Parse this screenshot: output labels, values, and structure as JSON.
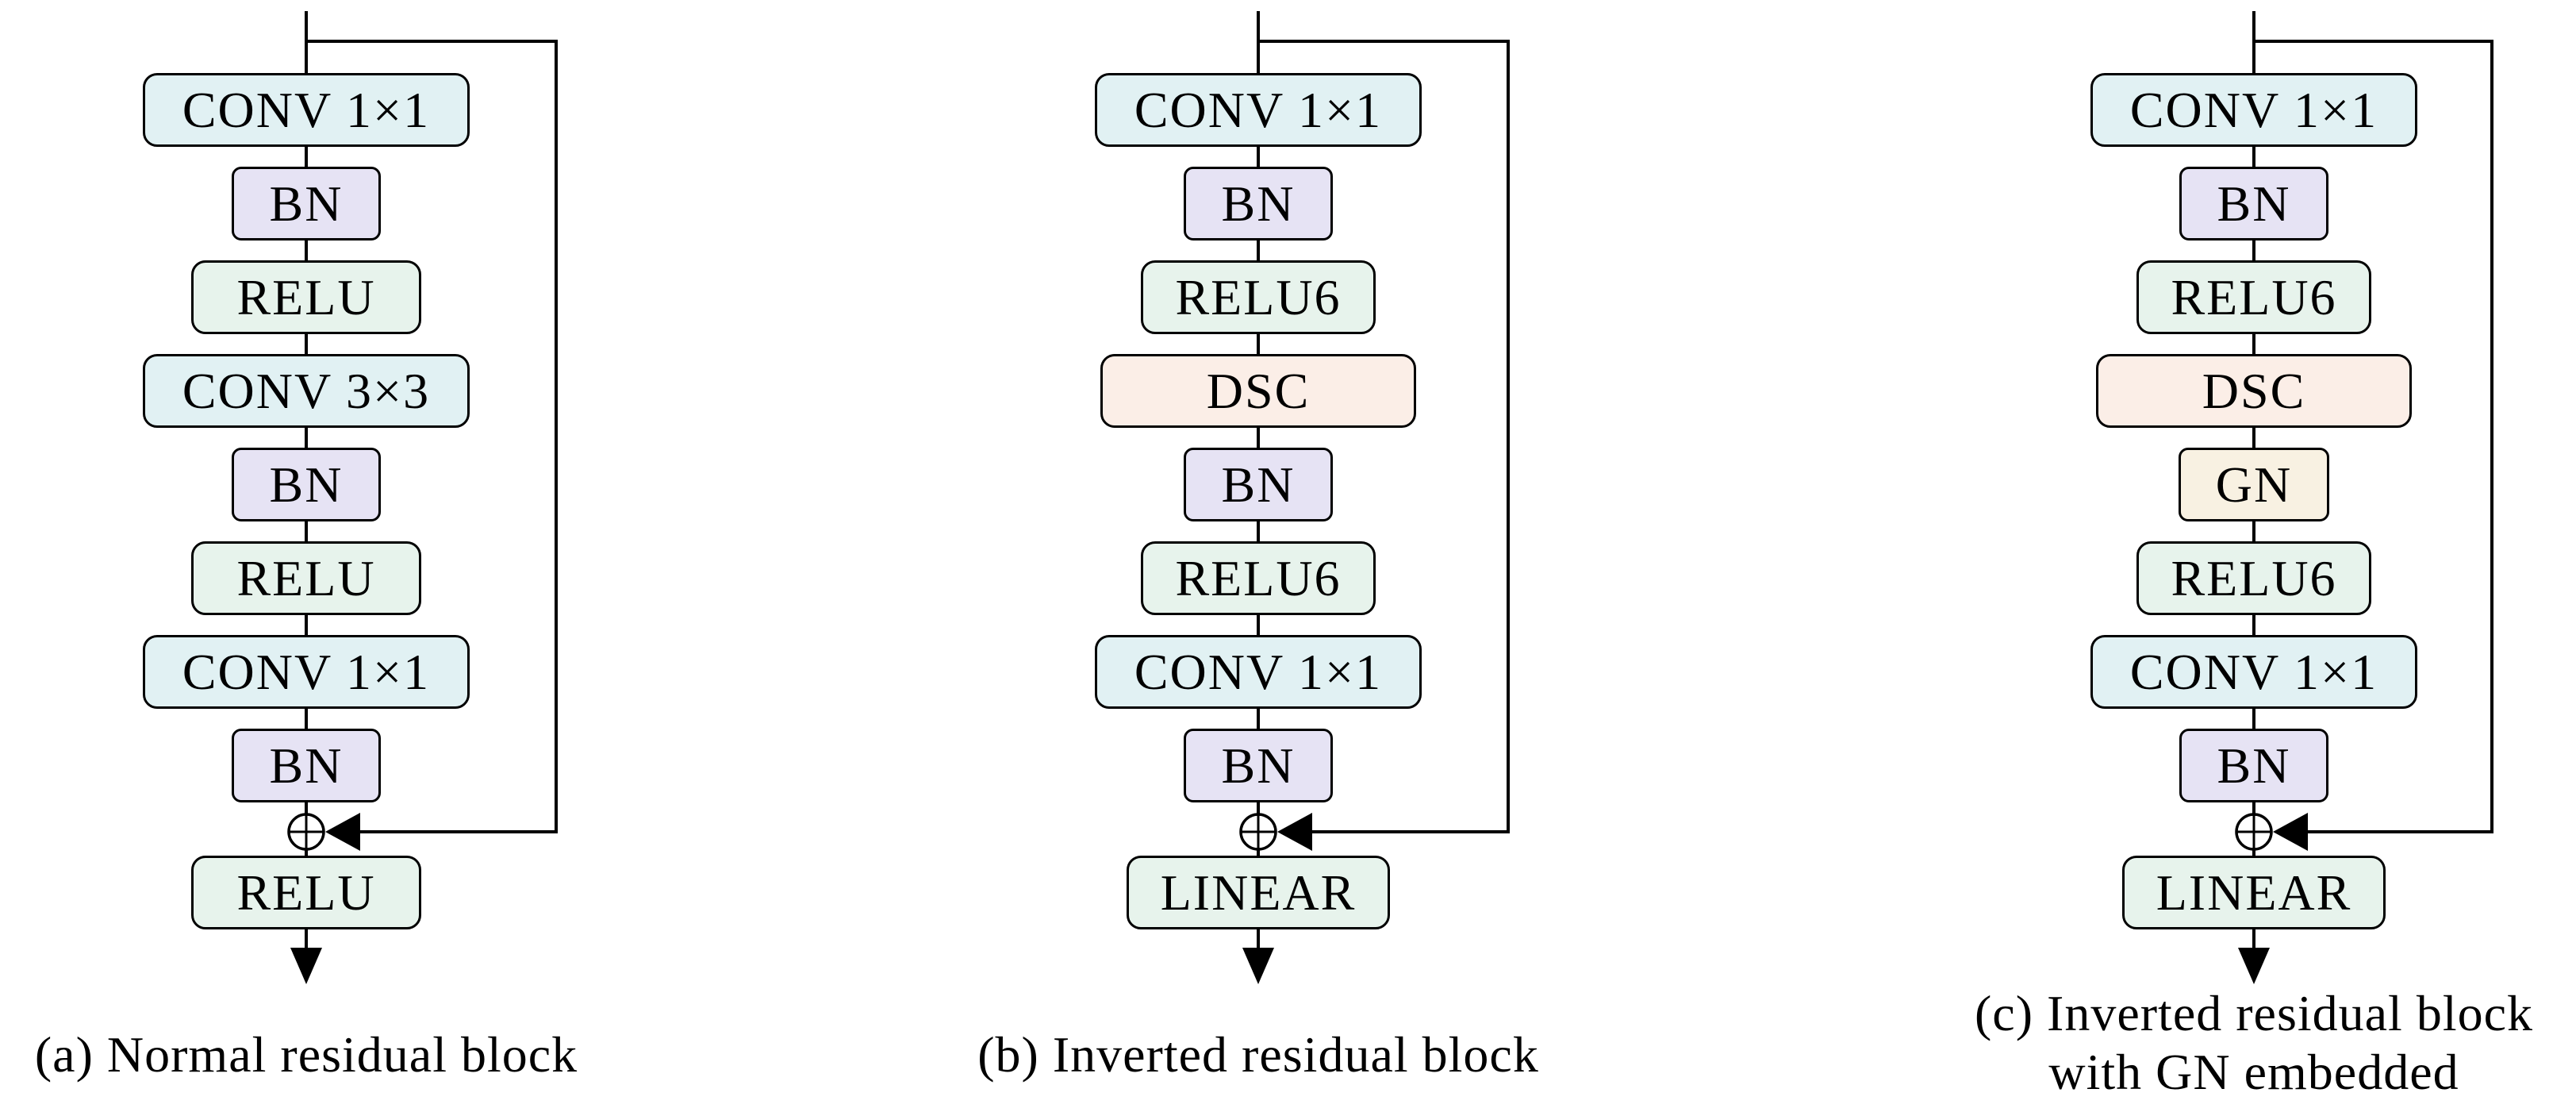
{
  "figure": {
    "background": "#ffffff",
    "stroke_color": "#000000"
  },
  "colors": {
    "conv": "#e1f1f3",
    "bn": "#e6e3f4",
    "relu": "#e7f3ec",
    "relu6": "#e7f3ec",
    "dsc": "#fbeee7",
    "gn": "#f8f1e2",
    "linear": "#e7f3ec"
  },
  "columns": [
    {
      "id": "a",
      "caption_lines": [
        "(a) Normal residual block"
      ],
      "merge_symbol": "⊕",
      "blocks": [
        {
          "label": "CONV 1×1",
          "type": "conv"
        },
        {
          "label": "BN",
          "type": "bn"
        },
        {
          "label": "RELU",
          "type": "relu"
        },
        {
          "label": "CONV 3×3",
          "type": "conv"
        },
        {
          "label": "BN",
          "type": "bn"
        },
        {
          "label": "RELU",
          "type": "relu"
        },
        {
          "label": "CONV 1×1",
          "type": "conv"
        },
        {
          "label": "BN",
          "type": "bn"
        }
      ],
      "output_block": {
        "label": "RELU",
        "type": "relu"
      }
    },
    {
      "id": "b",
      "caption_lines": [
        "(b) Inverted residual block"
      ],
      "merge_symbol": "⊕",
      "blocks": [
        {
          "label": "CONV 1×1",
          "type": "conv"
        },
        {
          "label": "BN",
          "type": "bn"
        },
        {
          "label": "RELU6",
          "type": "relu6"
        },
        {
          "label": "DSC",
          "type": "dsc"
        },
        {
          "label": "BN",
          "type": "bn"
        },
        {
          "label": "RELU6",
          "type": "relu6"
        },
        {
          "label": "CONV 1×1",
          "type": "conv"
        },
        {
          "label": "BN",
          "type": "bn"
        }
      ],
      "output_block": {
        "label": "LINEAR",
        "type": "linear"
      }
    },
    {
      "id": "c",
      "caption_lines": [
        "(c) Inverted residual block",
        "with GN embedded"
      ],
      "merge_symbol": "⊕",
      "blocks": [
        {
          "label": "CONV 1×1",
          "type": "conv"
        },
        {
          "label": "BN",
          "type": "bn"
        },
        {
          "label": "RELU6",
          "type": "relu6"
        },
        {
          "label": "DSC",
          "type": "dsc"
        },
        {
          "label": "GN",
          "type": "gn"
        },
        {
          "label": "RELU6",
          "type": "relu6"
        },
        {
          "label": "CONV 1×1",
          "type": "conv"
        },
        {
          "label": "BN",
          "type": "bn"
        }
      ],
      "output_block": {
        "label": "LINEAR",
        "type": "linear"
      }
    }
  ]
}
